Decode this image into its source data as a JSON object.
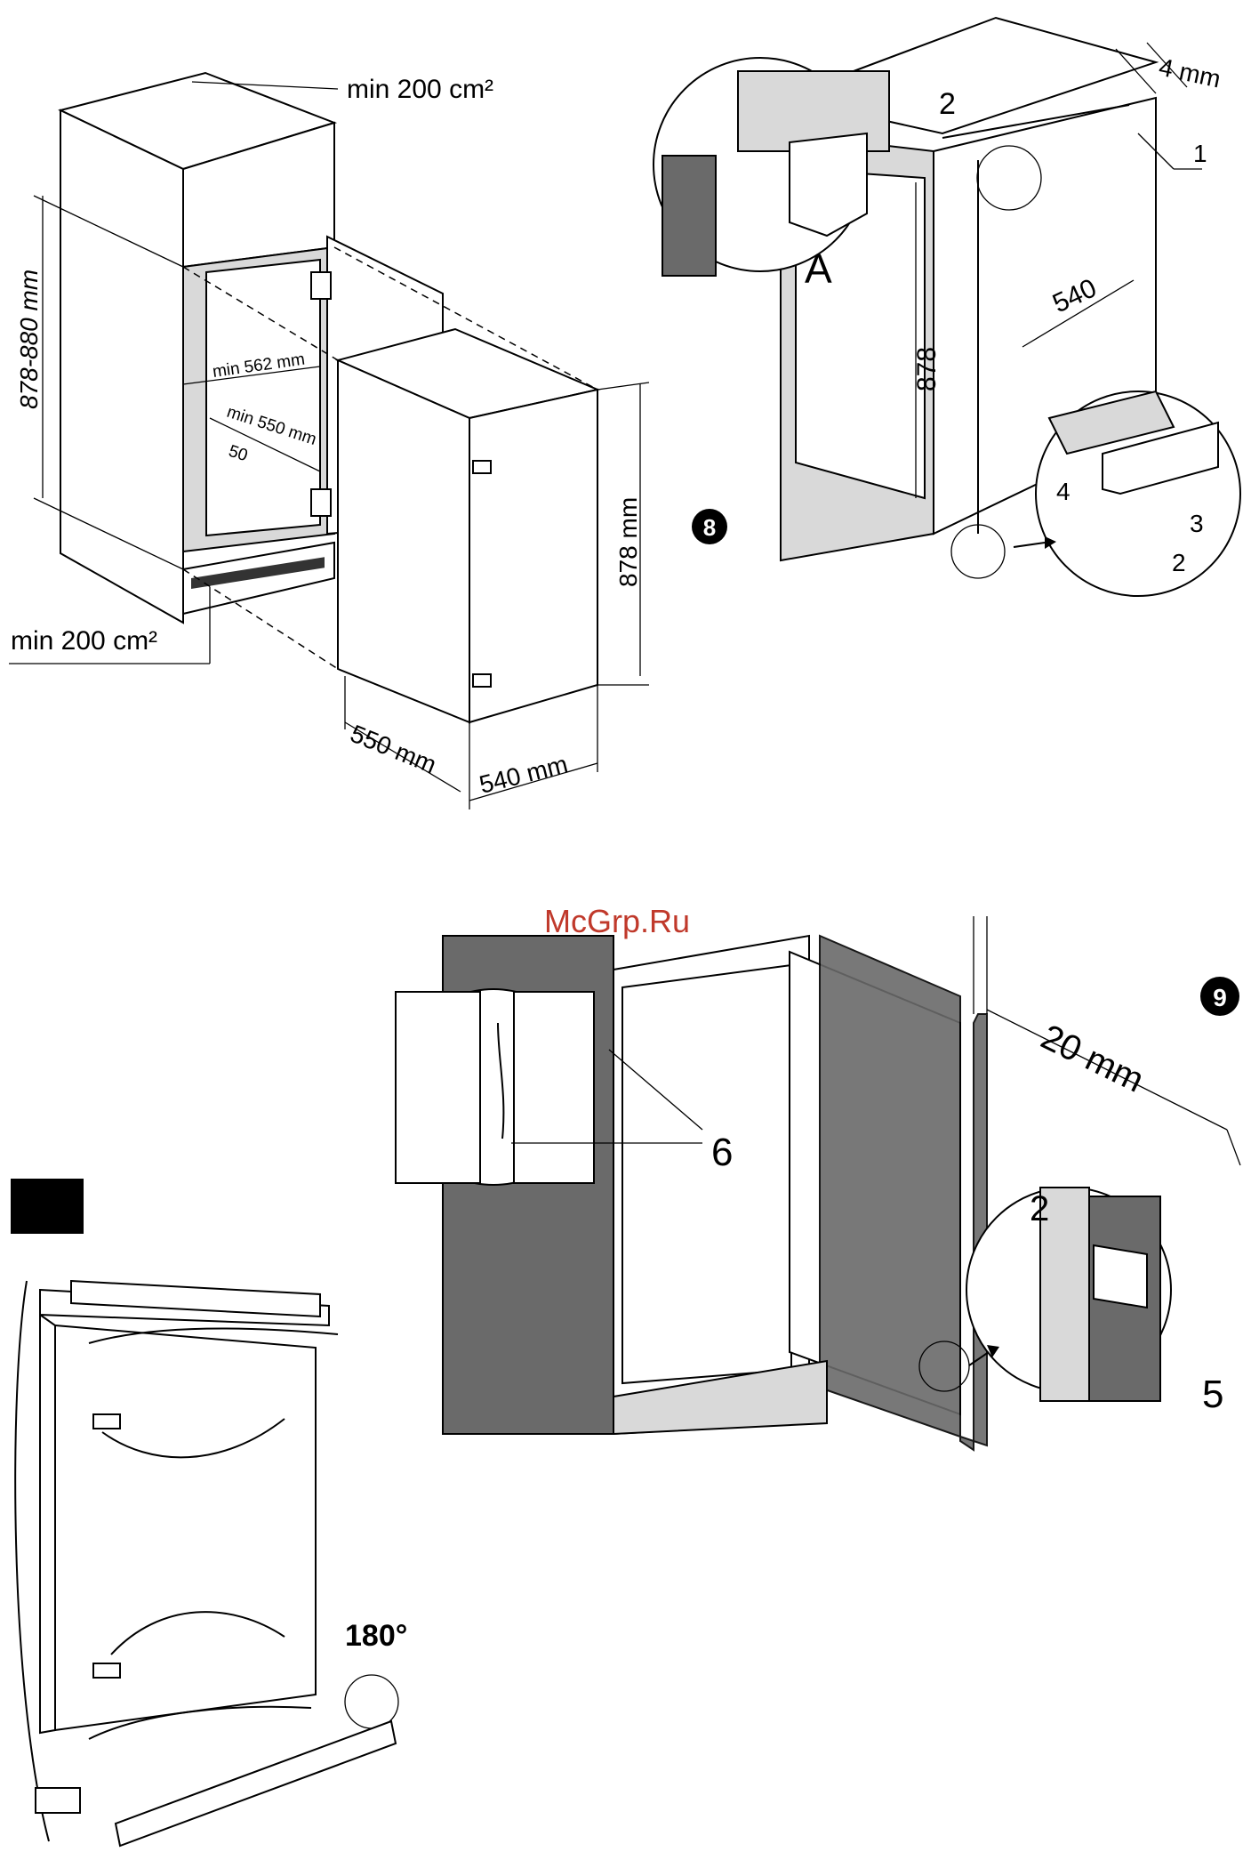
{
  "watermark": "McGrp.Ru",
  "colors": {
    "watermark": "#c0392b",
    "panel_dark": "#6a6a6a",
    "panel_light": "#d9d9d9",
    "line": "#000000"
  },
  "figure_installation": {
    "vent_top": "min 200 cm²",
    "vent_bottom": "min 200 cm²",
    "niche_height": "878-880 mm",
    "niche_width": "min 562 mm",
    "niche_depth": "min 550 mm",
    "rear_gap": "50",
    "appliance_height": "878 mm",
    "appliance_depth": "550 mm",
    "appliance_width": "540 mm"
  },
  "step_8": {
    "badge": "8",
    "gap": "4 mm",
    "width": "540",
    "height": "878",
    "callout_letter": "A",
    "parts": [
      "1",
      "2",
      "2",
      "3",
      "4"
    ]
  },
  "step_9": {
    "badge": "9",
    "offset": "20 mm",
    "parts": [
      "6",
      "2",
      "5"
    ]
  },
  "door_reversal": {
    "rotation": "180°"
  }
}
